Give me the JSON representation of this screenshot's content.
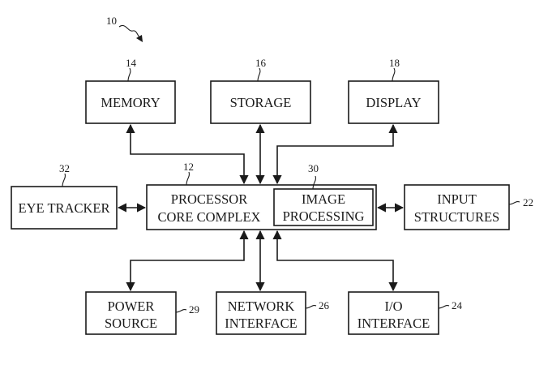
{
  "figure": {
    "reference": "10",
    "blocks": {
      "memory": {
        "label": "MEMORY",
        "ref": "14"
      },
      "storage": {
        "label": "STORAGE",
        "ref": "16"
      },
      "display": {
        "label": "DISPLAY",
        "ref": "18"
      },
      "eye_tracker": {
        "label": "EYE TRACKER",
        "ref": "32"
      },
      "processor": {
        "label_line1": "PROCESSOR",
        "label_line2": "CORE COMPLEX",
        "ref": "12"
      },
      "image_processing": {
        "label_line1": "IMAGE",
        "label_line2": "PROCESSING",
        "ref": "30"
      },
      "input_structures": {
        "label_line1": "INPUT",
        "label_line2": "STRUCTURES",
        "ref": "22"
      },
      "power_source": {
        "label_line1": "POWER",
        "label_line2": "SOURCE",
        "ref": "29"
      },
      "network_interface": {
        "label_line1": "NETWORK",
        "label_line2": "INTERFACE",
        "ref": "26"
      },
      "io_interface": {
        "label_line1": "I/O",
        "label_line2": "INTERFACE",
        "ref": "24"
      }
    }
  }
}
